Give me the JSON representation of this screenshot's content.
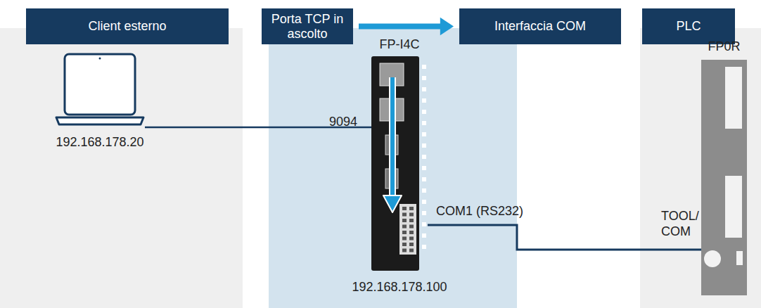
{
  "diagram": {
    "nodes": [
      {
        "text": [
          "Client esterno"
        ]
      },
      {
        "text": [
          "Porta TCP in ascolto"
        ]
      },
      {
        "text": [
          "Interfaccia COM"
        ]
      },
      {
        "text": [
          "PLC"
        ]
      },
      {
        "text": [
          "192.168.178.20"
        ]
      },
      {
        "text": [
          "FP-I4C",
          "192.168.178.100"
        ]
      },
      {
        "text": [
          "FP0R"
        ]
      }
    ],
    "edges": [
      {
        "from": 1,
        "to": 2,
        "arrow": "to"
      },
      {
        "from": 4,
        "to": 5,
        "arrow": "none"
      },
      {
        "from": 5,
        "to": 6,
        "arrow": "none"
      }
    ],
    "labels": [
      "9094",
      "COM1 (RS232)",
      "TOOL/ COM"
    ]
  }
}
